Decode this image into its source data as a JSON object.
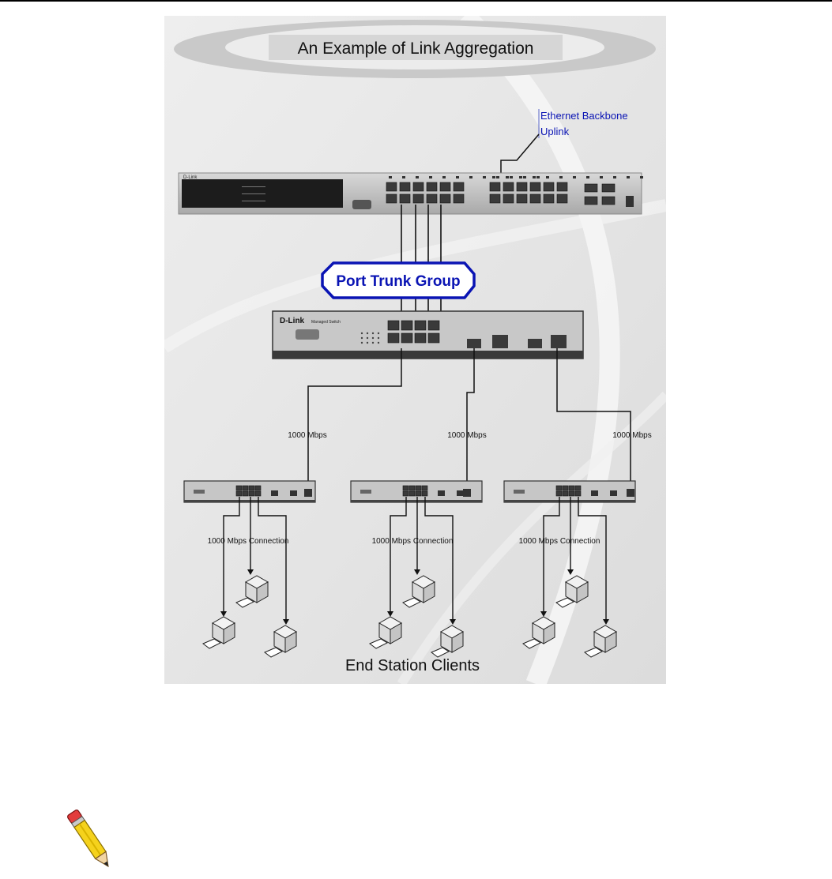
{
  "figure": {
    "title": "An Example of Link Aggregation",
    "backbone_label_line1": "Ethernet Backbone",
    "backbone_label_line2": "Uplink",
    "trunk_label": "Port Trunk Group",
    "core_brand": "D-Link",
    "mid_brand": "D-Link",
    "mid_subtitle": "Managed Switch",
    "uplink_speed_labels": [
      "1000 Mbps",
      "1000 Mbps",
      "1000 Mbps"
    ],
    "edge_connection_labels": [
      "1000 Mbps Connection",
      "1000 Mbps Connection",
      "1000 Mbps Connection"
    ],
    "caption": "End Station Clients"
  },
  "colors": {
    "accent_blue": "#0a14b4",
    "background_gray": "#e6e6e6",
    "device_dark": "#3a3a3a"
  },
  "icons": {
    "note": "pencil-icon"
  }
}
